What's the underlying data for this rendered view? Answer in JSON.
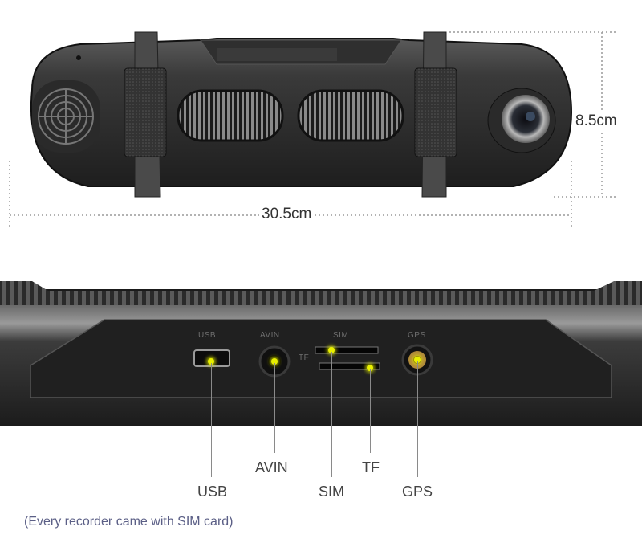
{
  "dimensions": {
    "height_label": "8.5cm",
    "width_label": "30.5cm"
  },
  "ports": [
    {
      "key": "usb",
      "label": "USB",
      "engraved": "USB"
    },
    {
      "key": "avin",
      "label": "AVIN",
      "engraved": "AVIN"
    },
    {
      "key": "sim",
      "label": "SIM",
      "engraved": "SIM"
    },
    {
      "key": "tf",
      "label": "TF",
      "engraved": "TF"
    },
    {
      "key": "gps",
      "label": "GPS",
      "engraved": "GPS"
    }
  ],
  "note": "(Every recorder came with SIM card)",
  "colors": {
    "hotspot": "#e8f000",
    "body": "#2b2b2b",
    "dimension_line": "#9a9a9a"
  }
}
